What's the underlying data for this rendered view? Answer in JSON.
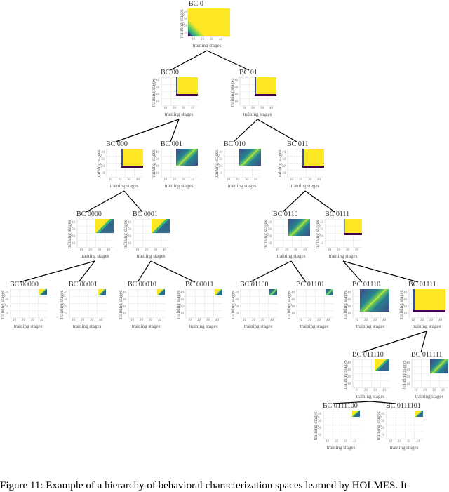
{
  "axis": {
    "xlabel": "training stages",
    "ylabel": "training stages",
    "xticks": [
      "10",
      "20",
      "30",
      "40"
    ],
    "yticks": [
      "40",
      "30",
      "20",
      "10"
    ]
  },
  "nodes": [
    {
      "id": "0",
      "title": "BC 0",
      "parent": null,
      "pattern": "root",
      "start_stage": 0
    },
    {
      "id": "00",
      "title": "BC 00",
      "parent": "0",
      "pattern": "yellow",
      "start_stage": 20
    },
    {
      "id": "01",
      "title": "BC 01",
      "parent": "0",
      "pattern": "yellow",
      "start_stage": 20
    },
    {
      "id": "000",
      "title": "BC 000",
      "parent": "00",
      "pattern": "yellow",
      "start_stage": 20
    },
    {
      "id": "001",
      "title": "BC 001",
      "parent": "00",
      "pattern": "diag",
      "start_stage": 20
    },
    {
      "id": "010",
      "title": "BC 010",
      "parent": "01",
      "pattern": "diag",
      "start_stage": 20
    },
    {
      "id": "011",
      "title": "BC 011",
      "parent": "01",
      "pattern": "yellow",
      "start_stage": 20
    },
    {
      "id": "0000",
      "title": "BC 0000",
      "parent": "000",
      "pattern": "block",
      "start_stage": 25
    },
    {
      "id": "0001",
      "title": "BC 0001",
      "parent": "000",
      "pattern": "block",
      "start_stage": 25
    },
    {
      "id": "0110",
      "title": "BC 0110",
      "parent": "011",
      "pattern": "diag",
      "start_stage": 20
    },
    {
      "id": "0111",
      "title": "BC 0111",
      "parent": "011",
      "pattern": "yellow",
      "start_stage": 25
    },
    {
      "id": "00000",
      "title": "BC 00000",
      "parent": "0000",
      "pattern": "block",
      "start_stage": 40
    },
    {
      "id": "00001",
      "title": "BC 00001",
      "parent": "0000",
      "pattern": "block",
      "start_stage": 40
    },
    {
      "id": "00010",
      "title": "BC 00010",
      "parent": "0001",
      "pattern": "block",
      "start_stage": 40
    },
    {
      "id": "00011",
      "title": "BC 00011",
      "parent": "0001",
      "pattern": "block",
      "start_stage": 40
    },
    {
      "id": "01100",
      "title": "BC 01100",
      "parent": "0110",
      "pattern": "diag",
      "start_stage": 40
    },
    {
      "id": "01101",
      "title": "BC 01101",
      "parent": "0110",
      "pattern": "diag",
      "start_stage": 40
    },
    {
      "id": "01110",
      "title": "BC 01110",
      "parent": "0111",
      "pattern": "diag",
      "start_stage": 10
    },
    {
      "id": "01111",
      "title": "BC 01111",
      "parent": "0111",
      "pattern": "yellow",
      "start_stage": 5
    },
    {
      "id": "011110",
      "title": "BC 011110",
      "parent": "01111",
      "pattern": "block",
      "start_stage": 30
    },
    {
      "id": "011111",
      "title": "BC 011111",
      "parent": "01111",
      "pattern": "diag",
      "start_stage": 25
    },
    {
      "id": "0111100",
      "title": "BC 0111100",
      "parent": "011110",
      "pattern": "block",
      "start_stage": 45
    },
    {
      "id": "0111101",
      "title": "BC 0111101",
      "parent": "011110",
      "pattern": "block",
      "start_stage": 45
    }
  ],
  "caption": "Figure 11: Example of a hierarchy of behavioral characterization spaces learned by HOLMES. It"
}
